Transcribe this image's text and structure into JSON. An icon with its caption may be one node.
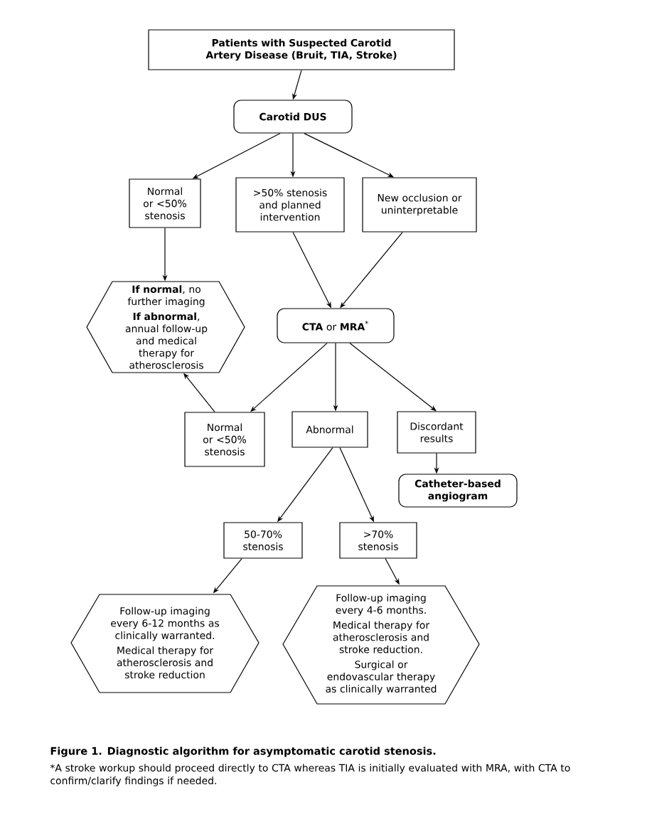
{
  "diagram": {
    "caption": "Figure 1. Diagnostic algorithm for asymptomatic carotid stenosis.",
    "nodes": [
      {
        "text": [
          "Patients with Suspected Carotid Artery Disease (Bruit, TIA, Stroke)"
        ]
      },
      {
        "text": [
          "Carotid DUS"
        ]
      },
      {
        "text": [
          "Normal or <50% stenosis"
        ]
      },
      {
        "text": [
          ">50% stenosis and planned intervention"
        ]
      },
      {
        "text": [
          "New occlusion or uninterpretable"
        ]
      },
      {
        "text": [
          "**If normal**, no further imaging",
          "**If abnormal**, annual follow-up and medical therapy for atherosclerosis"
        ]
      },
      {
        "text": [
          "**CTA** or **MRA**$^{*}$"
        ]
      },
      {
        "text": [
          "Normal or <50% stenosis"
        ]
      },
      {
        "text": [
          "Abnormal"
        ]
      },
      {
        "text": [
          "Discordant results"
        ]
      },
      {
        "text": [
          "Catheter-based angiogram"
        ]
      },
      {
        "text": [
          "50-70% stenosis"
        ]
      },
      {
        "text": [
          ">70% stenosis"
        ]
      },
      {
        "text": [
          "Follow-up imaging every 6-12 months as clinically warranted.",
          "Medical therapy for atherosclerosis and stroke reduction"
        ]
      },
      {
        "text": [
          "Follow-up imaging every 4-6 months.",
          "Medical therapy for atherosclerosis and stroke reduction.",
          "Surgical or endovascular therapy as clinically warranted"
        ]
      }
    ],
    "edges": [
      {
        "from": 0,
        "to": 1,
        "arrow": "to"
      },
      {
        "from": 1,
        "to": 2,
        "arrow": "to"
      },
      {
        "from": 1,
        "to": 3,
        "arrow": "to"
      },
      {
        "from": 1,
        "to": 4,
        "arrow": "to"
      },
      {
        "from": 2,
        "to": 5,
        "arrow": "to"
      },
      {
        "from": 3,
        "to": 6,
        "arrow": "to"
      },
      {
        "from": 4,
        "to": 6,
        "arrow": "to"
      },
      {
        "from": 6,
        "to": 7,
        "arrow": "to"
      },
      {
        "from": 6,
        "to": 8,
        "arrow": "to"
      },
      {
        "from": 6,
        "to": 9,
        "arrow": "to"
      },
      {
        "from": 7,
        "to": 5,
        "arrow": "to"
      },
      {
        "from": 9,
        "to": 10,
        "arrow": "to"
      },
      {
        "from": 8,
        "to": 11,
        "arrow": "to"
      },
      {
        "from": 8,
        "to": 12,
        "arrow": "to"
      },
      {
        "from": 11,
        "to": 13,
        "arrow": "to"
      },
      {
        "from": 12,
        "to": 14,
        "arrow": "to"
      }
    ],
    "labels": [
      "*A stroke workup should proceed directly to CTA whereas TIA is initially evaluated with MRA, with CTA to confirm/clarify findings if needed."
    ]
  }
}
